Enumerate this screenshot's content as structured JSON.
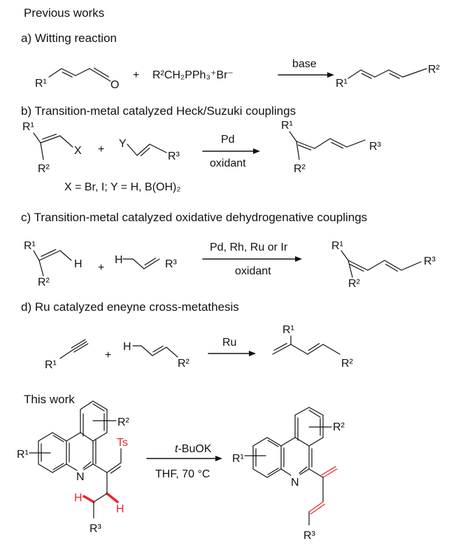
{
  "previous_works_title": "Previous works",
  "a": {
    "heading": "a) Witting reaction",
    "r1": "R¹",
    "o": "O",
    "plus": "+",
    "reagent": "R²CH₂PPh₃⁺Br⁻",
    "arrow_top": "base",
    "p_r1": "R¹",
    "p_r2": "R²"
  },
  "b": {
    "heading": "b) Transition-metal catalyzed Heck/Suzuki couplings",
    "r1": "R¹",
    "r2": "R²",
    "x": "X",
    "plus": "+",
    "y": "Y",
    "r3": "R³",
    "arrow_top": "Pd",
    "arrow_bottom": "oxidant",
    "p_r1": "R¹",
    "p_r2": "R²",
    "p_r3": "R³",
    "note": "X = Br, I; Y = H, B(OH)₂"
  },
  "c": {
    "heading": "c) Transition-metal catalyzed oxidative dehydrogenative couplings",
    "r1": "R¹",
    "r2": "R²",
    "h1": "H",
    "plus": "+",
    "h2": "H",
    "r3": "R³",
    "arrow_top": "Pd, Rh, Ru or Ir",
    "arrow_bottom": "oxidant",
    "p_r1": "R¹",
    "p_r2": "R²",
    "p_r3": "R³"
  },
  "d": {
    "heading": "d) Ru catalyzed eneyne cross-metathesis",
    "r1": "R¹",
    "plus": "+",
    "h": "H",
    "r2": "R²",
    "arrow_top": "Ru",
    "p_r1": "R¹",
    "p_r2": "R²"
  },
  "this_work": {
    "title": "This work",
    "r1": "R¹",
    "r2": "R²",
    "r3": "R³",
    "n": "N",
    "ts": "Ts",
    "h1": "H",
    "h2": "H",
    "reagent_italic": "t",
    "reagent_rest": "-BuOK",
    "conditions": "THF, 70 °C",
    "p_r1": "R¹",
    "p_r2": "R²",
    "p_r3": "R³",
    "p_n": "N"
  },
  "colors": {
    "highlight": "#e8262b",
    "ink": "#111111"
  }
}
